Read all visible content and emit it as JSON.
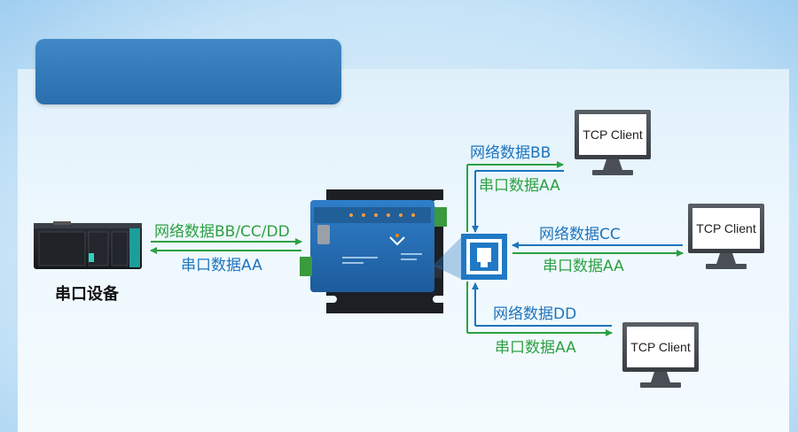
{
  "device_label": "串口设备",
  "labels": {
    "left_top": "网络数据BB/CC/DD",
    "left_bottom": "串口数据AA",
    "bb_data": "网络数据BB",
    "aa_top": "串口数据AA",
    "cc_data": "网络数据CC",
    "aa_mid": "串口数据AA",
    "dd_data": "网络数据DD",
    "aa_bottom": "串口数据AA"
  },
  "clients": [
    {
      "label": "TCP Client"
    },
    {
      "label": "TCP Client"
    },
    {
      "label": "TCP Client"
    }
  ],
  "colors": {
    "green": "#2ea043",
    "blue": "#1e74bd",
    "header": "#2f7ab8"
  }
}
